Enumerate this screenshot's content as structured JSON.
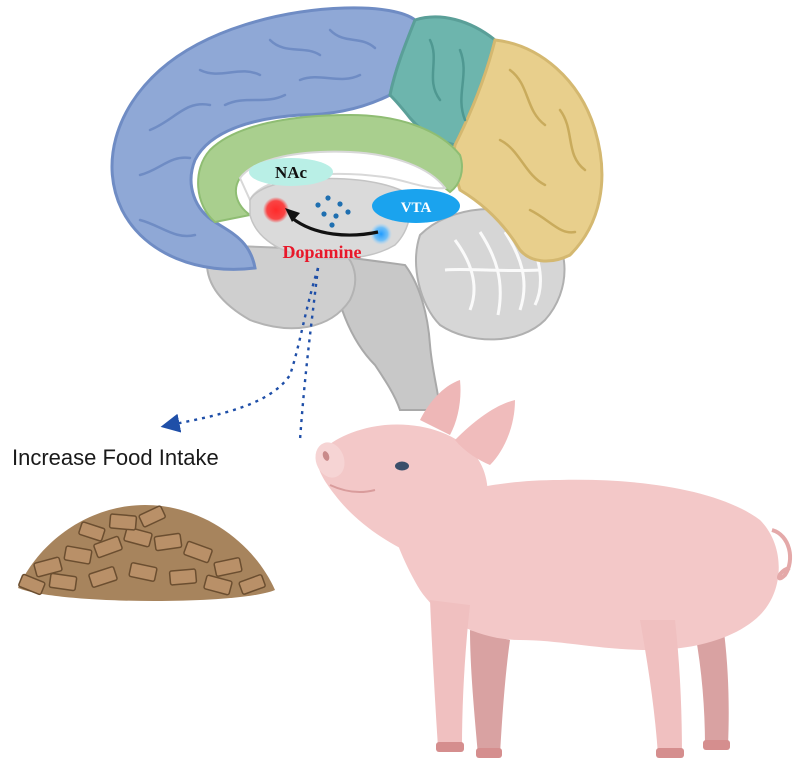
{
  "labels": {
    "nac": "NAc",
    "vta": "VTA",
    "dopamine": "Dopamine",
    "caption": "Increase Food Intake"
  },
  "colors": {
    "frontal_lobe": "#8fa8d6",
    "parietal_lobe": "#6db5ad",
    "occipital_lobe": "#e8cf8c",
    "limbic": "#a9cf8e",
    "nac": "#b9efe6",
    "vta": "#1aa3ee",
    "dopamine": "#e8182a",
    "nac_signal": "#ff1a1a",
    "vta_signal": "#2aa9ff",
    "pathway": "#1f4fa8",
    "pig": "#f3c8c8",
    "pellets": "#9b7a55"
  }
}
